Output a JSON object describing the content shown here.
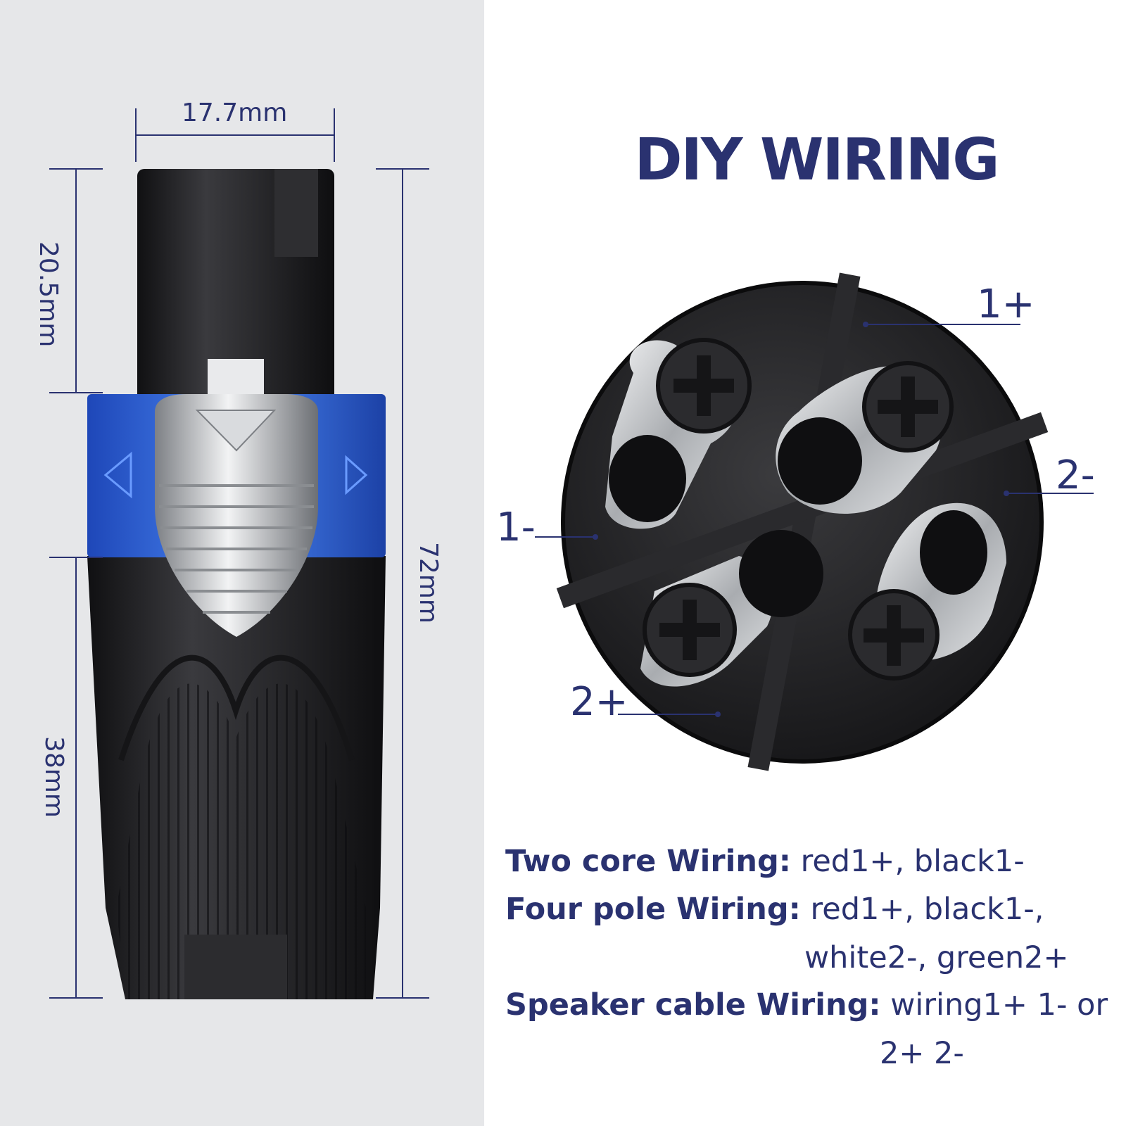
{
  "title": "DIY WIRING",
  "dimensions": {
    "width": "17.7mm",
    "head_length": "20.5mm",
    "total_length": "72mm",
    "tail_length": "38mm"
  },
  "pins": {
    "p1_plus": "1+",
    "p1_minus": "1-",
    "p2_plus": "2+",
    "p2_minus": "2-"
  },
  "wiring": {
    "two_core": {
      "label": "Two core Wiring:",
      "value": "red1+, black1-"
    },
    "four_pole": {
      "label": "Four pole Wiring:",
      "value": "red1+, black1-,",
      "value_cont": "white2-, green2+"
    },
    "speaker_cable": {
      "label": "Speaker cable Wiring:",
      "value": "wiring1+ 1- or",
      "value_cont": "2+ 2-"
    }
  },
  "colors": {
    "accent": "#2a3270",
    "ring_blue": "#2f62d8",
    "body_black": "#1c1c1e",
    "metal": "#c9ccd0",
    "panel_gray": "#e6e7e9"
  }
}
